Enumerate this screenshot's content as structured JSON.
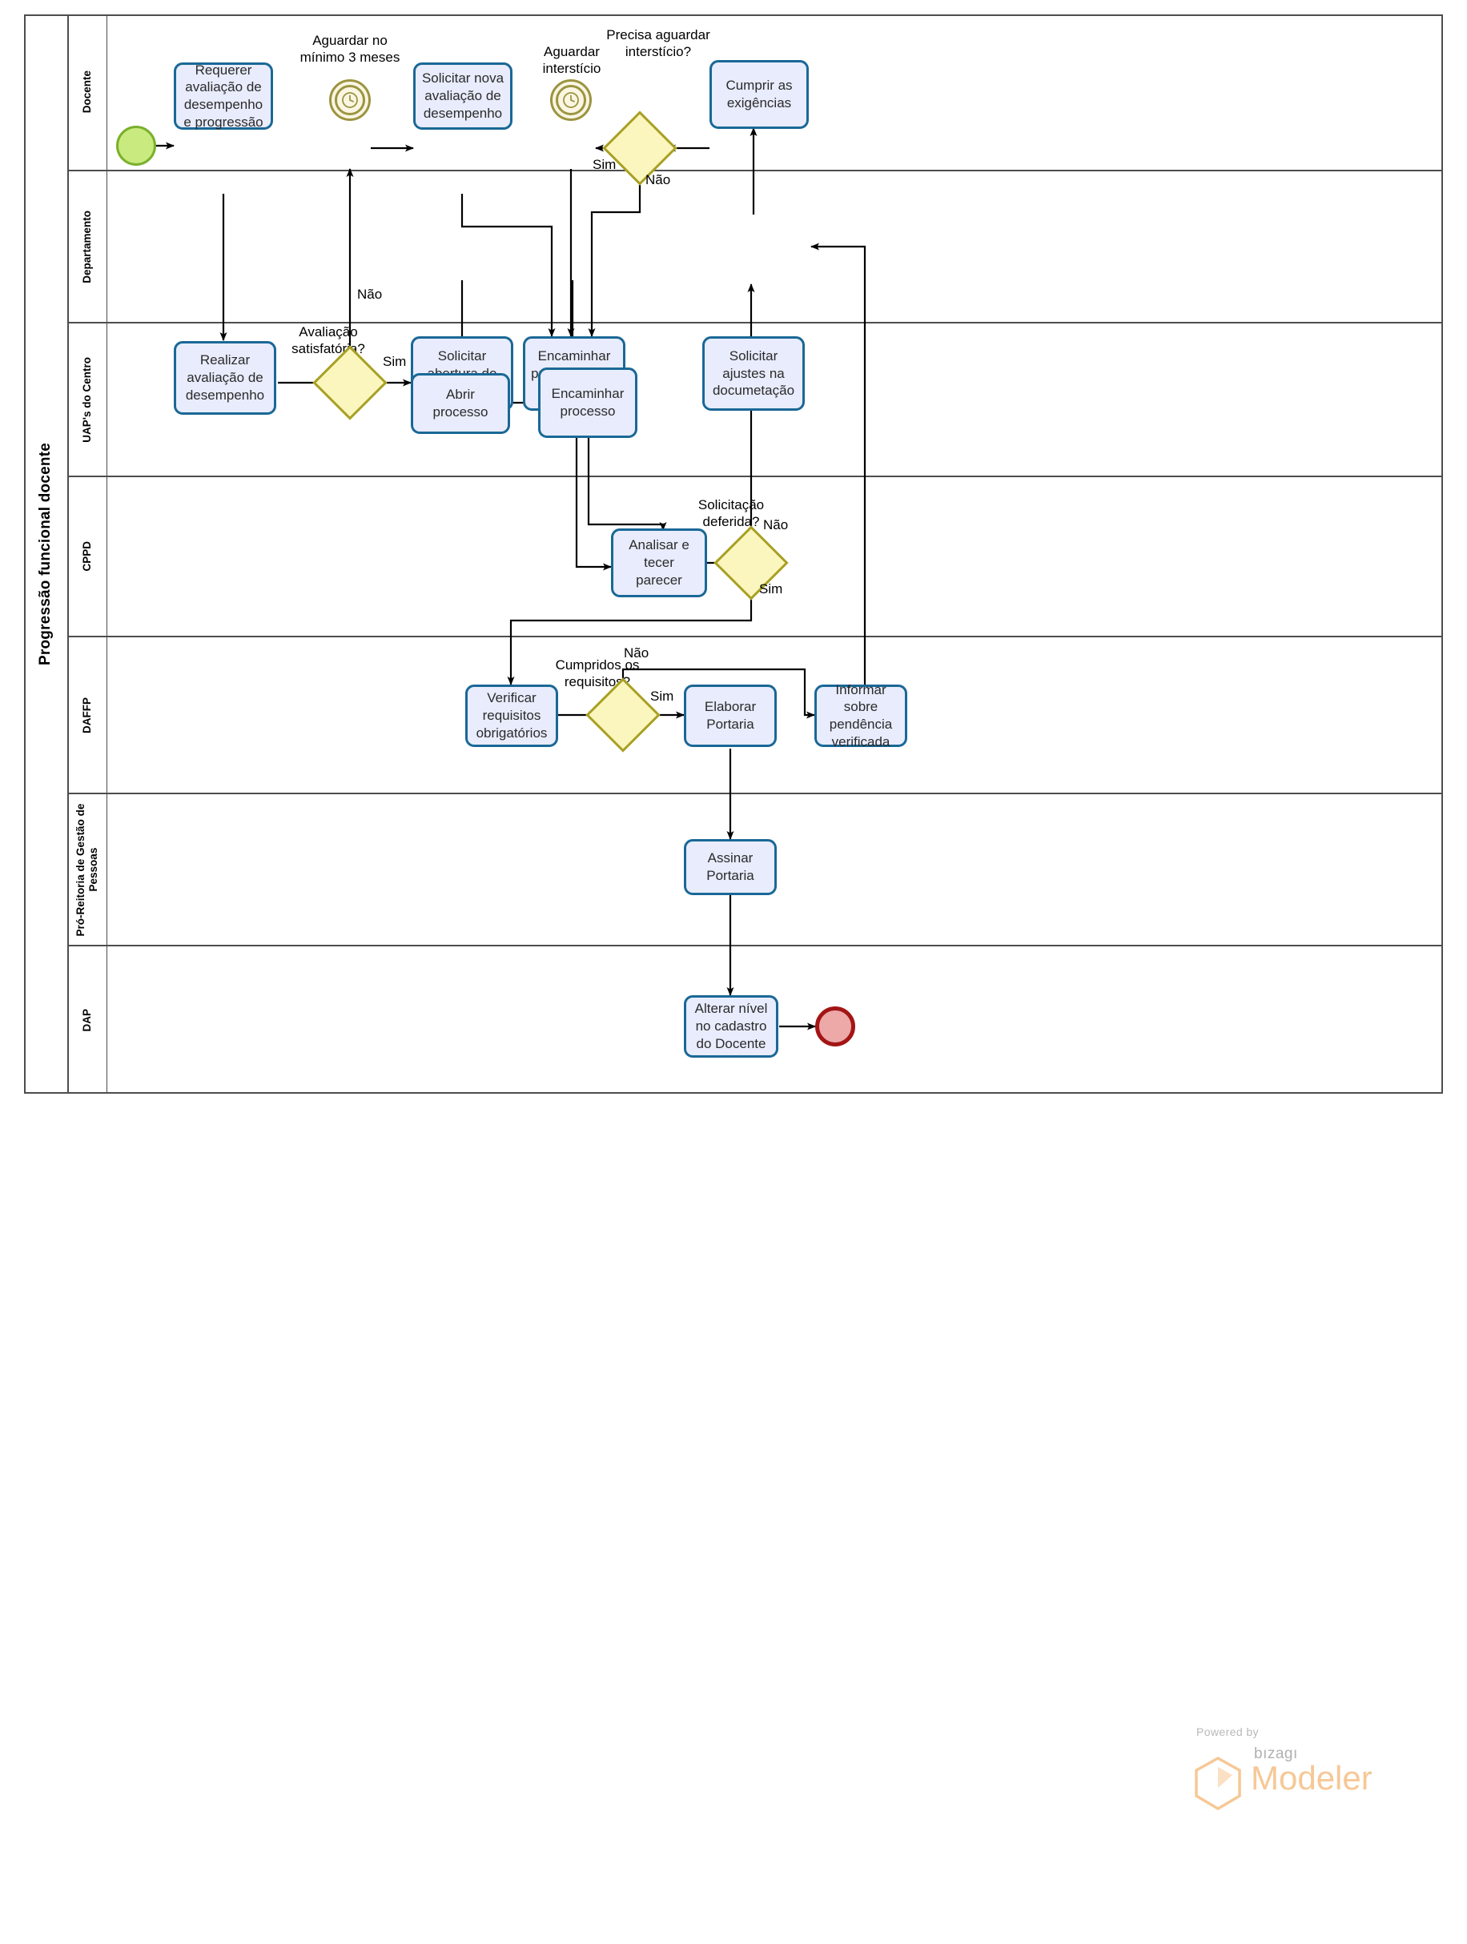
{
  "pool": {
    "title": "Progressão funcional docente"
  },
  "lanes": [
    {
      "id": "docente",
      "label": "Docente"
    },
    {
      "id": "departamento",
      "label": "Departamento"
    },
    {
      "id": "uaps",
      "label": "UAP's do Centro"
    },
    {
      "id": "cppd",
      "label": "CPPD"
    },
    {
      "id": "daffp",
      "label": "DAFFP"
    },
    {
      "id": "progep",
      "label": "Pró-Reitoria de Gestão de Pessoas"
    },
    {
      "id": "dap",
      "label": "DAP"
    }
  ],
  "tasks": {
    "requerer": "Requerer avaliação de desempenho e progressão",
    "solicitar_nova": "Solicitar nova avaliação de desempenho",
    "cumprir": "Cumprir as exigências",
    "realizar": "Realizar avaliação de desempenho",
    "solicitar_abertura": "Solicitar abertura do processo",
    "encaminhar_reav": "Encaminhar processo para reavaliação",
    "solicitar_ajustes": "Solicitar ajustes na documetação",
    "abrir_processo": "Abrir processo",
    "encaminhar_processo": "Encaminhar processo",
    "analisar": "Analisar e tecer parecer",
    "verificar": "Verificar requisitos obrigatórios",
    "elaborar": "Elaborar Portaria",
    "informar": "Informar sobre pendência verificada",
    "assinar": "Assinar Portaria",
    "alterar": "Alterar nível no cadastro do Docente"
  },
  "event_labels": {
    "timer_3meses": "Aguardar no mínimo 3 meses",
    "timer_interesticio": "Aguardar interstício"
  },
  "gateway_labels": {
    "avaliacao_satisfatoria": "Avaliação satisfatória?",
    "precisa_interesticio": "Precisa aguardar interstício?",
    "solicitacao_deferida": "Solicitação deferida?",
    "cumpridos_requisitos": "Cumpridos os requisitos?"
  },
  "flow_labels": {
    "nao_avaliacao": "Não",
    "sim_avaliacao": "Sim",
    "sim_interesticio": "Sim",
    "nao_interesticio": "Não",
    "nao_deferida": "Não",
    "sim_deferida": "Sim",
    "nao_requisitos": "Não",
    "sim_requisitos": "Sim"
  },
  "watermark": {
    "powered": "Powered by",
    "brand": "bızagı",
    "product": "Modeler"
  },
  "colors": {
    "task_fill": "#e8ecfc",
    "task_border": "#1a6896",
    "gateway_fill": "#fbf6bd",
    "gateway_border": "#a8a024",
    "start_fill": "#c8ea7e",
    "start_border": "#7ab02c",
    "end_fill": "#eda8a8",
    "end_border": "#a31515",
    "timer_border": "#9c9440",
    "lane_border": "#4d4d4d",
    "flow_line": "#000000",
    "watermark_accent": "#f6c896"
  }
}
